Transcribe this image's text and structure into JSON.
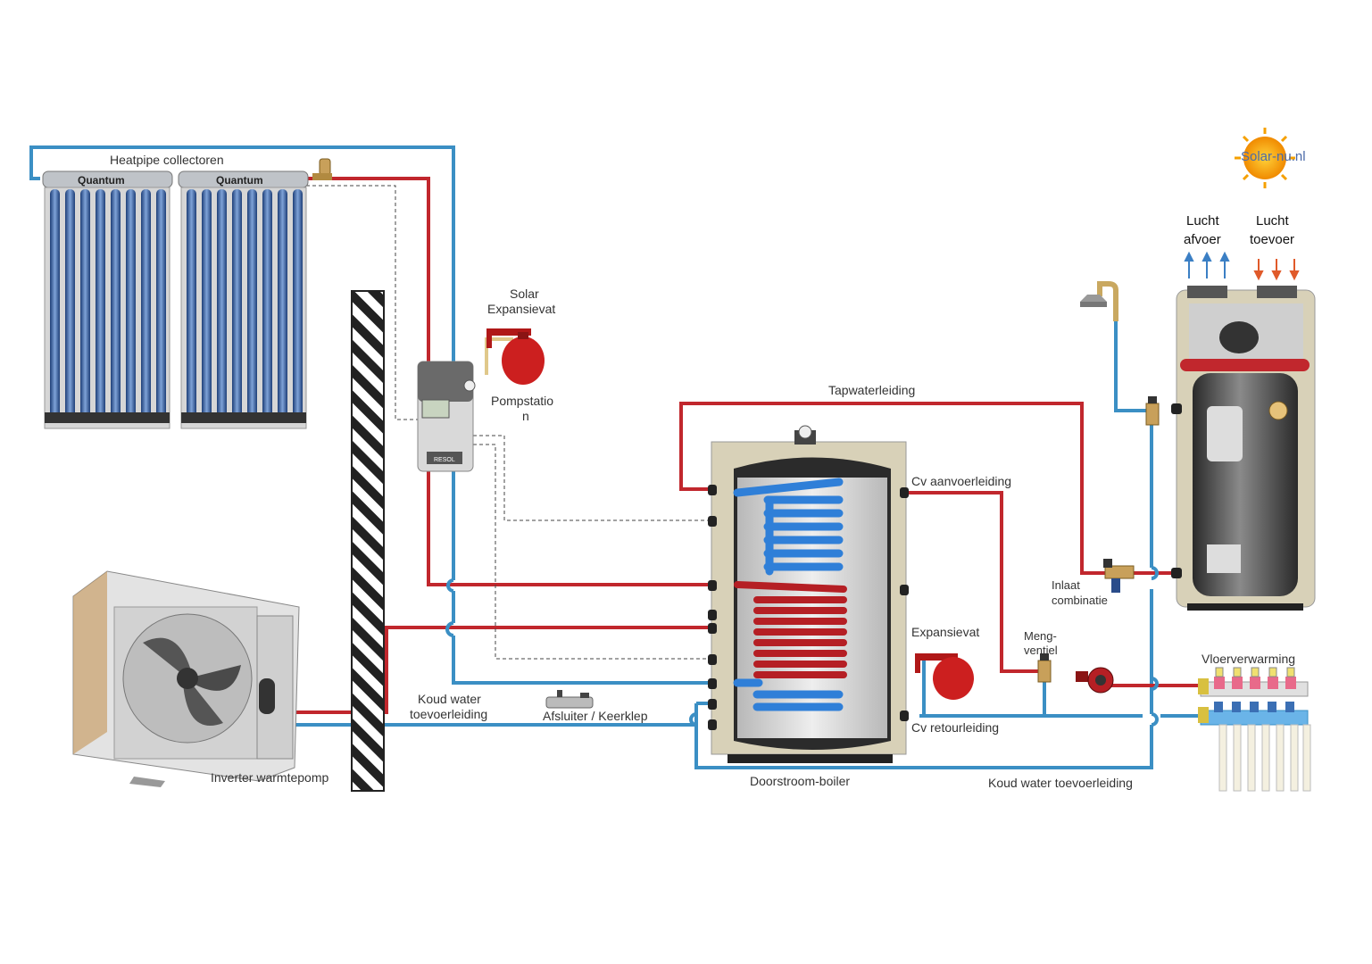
{
  "logo": {
    "text": "Solar-nu.nl"
  },
  "labels": {
    "collectors": "Heatpipe collectoren",
    "collector_brand_1": "Quantum",
    "collector_brand_2": "Quantum",
    "solar_exp_1": "Solar",
    "solar_exp_2": "Expansievat",
    "pump_1": "Pompstatio",
    "pump_2": "n",
    "controller_brand": "RESOL",
    "tapwater": "Tapwaterleiding",
    "cv_supply": "Cv aanvoerleiding",
    "cv_return": "Cv retourleiding",
    "expansion": "Expansievat",
    "mixing_1": "Meng-",
    "mixing_2": "ventiel",
    "inlet_1": "Inlaat",
    "inlet_2": "combinatie",
    "floor_heating": "Vloerverwarming",
    "cold_water_1": "Koud water",
    "cold_water_2": "toevoerleiding",
    "shutoff": "Afsluiter / Keerklep",
    "heatpump": "Inverter warmtepomp",
    "boiler": "Doorstroom-boiler",
    "cold_water_right": "Koud water toevoerleiding",
    "air_out_1": "Lucht",
    "air_out_2": "afvoer",
    "air_in_1": "Lucht",
    "air_in_2": "toevoer"
  },
  "colors": {
    "hot": "#c1272d",
    "cold": "#3b8fc4",
    "wall_hatch": "#222222"
  }
}
